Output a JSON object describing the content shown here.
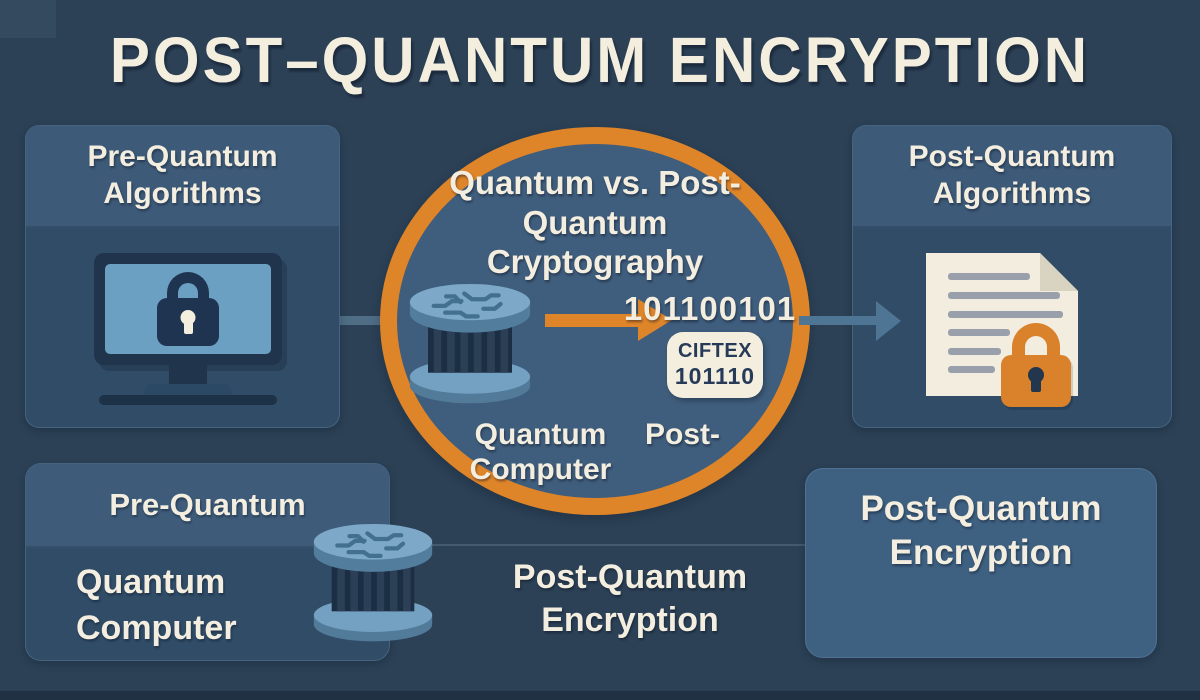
{
  "title": "POST–QUANTUM ENCRYPTION",
  "top_left_box": {
    "header": "Pre-Quantum Algorithms",
    "icon": "monitor-lock-icon"
  },
  "top_right_box": {
    "header": "Post-Quantum Algorithms",
    "icon": "document-lock-icon"
  },
  "center_circle": {
    "title": "Quantum vs. Post-Quantum Cryptography",
    "binary_string": "101100101",
    "cipher_label": "CIFTEX",
    "cipher_binary": "101110",
    "left_label": "Quantum Computer",
    "right_label": "Post-",
    "icon": "quantum-computer-icon"
  },
  "bottom_left_box": {
    "header": "Pre-Quantum",
    "body": "Quantum Computer",
    "icon": "quantum-computer-icon"
  },
  "bottom_center_label": "Post-Quantum Encryption",
  "bottom_right_box": {
    "label": "Post-Quantum Encryption"
  },
  "icons": {
    "monitor_lock": "monitor-lock-icon",
    "document_lock": "document-lock-icon",
    "quantum_computer": "quantum-computer-icon",
    "orange_arrow": "arrow-right-icon",
    "steel_arrow": "arrow-right-icon",
    "connector": "connector-line"
  },
  "colors": {
    "background": "#2c4156",
    "panel_body": "#304c67",
    "panel_header": "#3d5a78",
    "bottom_right_panel": "#3e6081",
    "circle_fill": "#3f5d7c",
    "accent_orange": "#de8429",
    "cream": "#f4eede",
    "steel_blue": "#7da8c8",
    "dark_navy": "#1f3450"
  }
}
